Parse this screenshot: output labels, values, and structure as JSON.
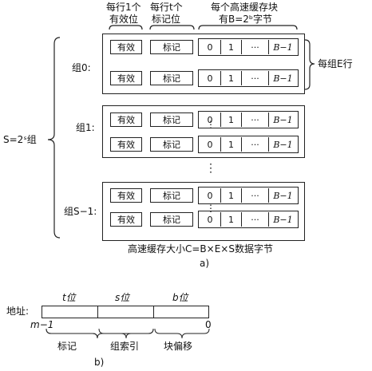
{
  "headers": {
    "valid_col_line1": "每行1个",
    "valid_col_line2": "有效位",
    "tag_col_line1": "每行t个",
    "tag_col_line2": "标记位",
    "block_col_line1": "每个高速缓存块",
    "block_col_line2": "有B=2ᵇ字节"
  },
  "side": {
    "sets_label": "S=2ˢ组",
    "lines_per_set": "每组E行"
  },
  "cells": {
    "valid": "有效",
    "tag": "标记",
    "b0": "0",
    "b1": "1",
    "dots": "···",
    "blast": "B−1",
    "vdots": "⋮"
  },
  "sets": [
    {
      "label": "组0:"
    },
    {
      "label": "组1:"
    },
    {
      "label": "组S−1:"
    }
  ],
  "caption_a": "高速缓存大小C=B×E×S数据字节",
  "fig_a": "a)",
  "address": {
    "label": "地址:",
    "t_field": "t位",
    "s_field": "s位",
    "b_field": "b位",
    "msb": "m−1",
    "lsb": "0",
    "tag_label": "标记",
    "index_label": "组索引",
    "offset_label": "块偏移"
  },
  "fig_b": "b)"
}
